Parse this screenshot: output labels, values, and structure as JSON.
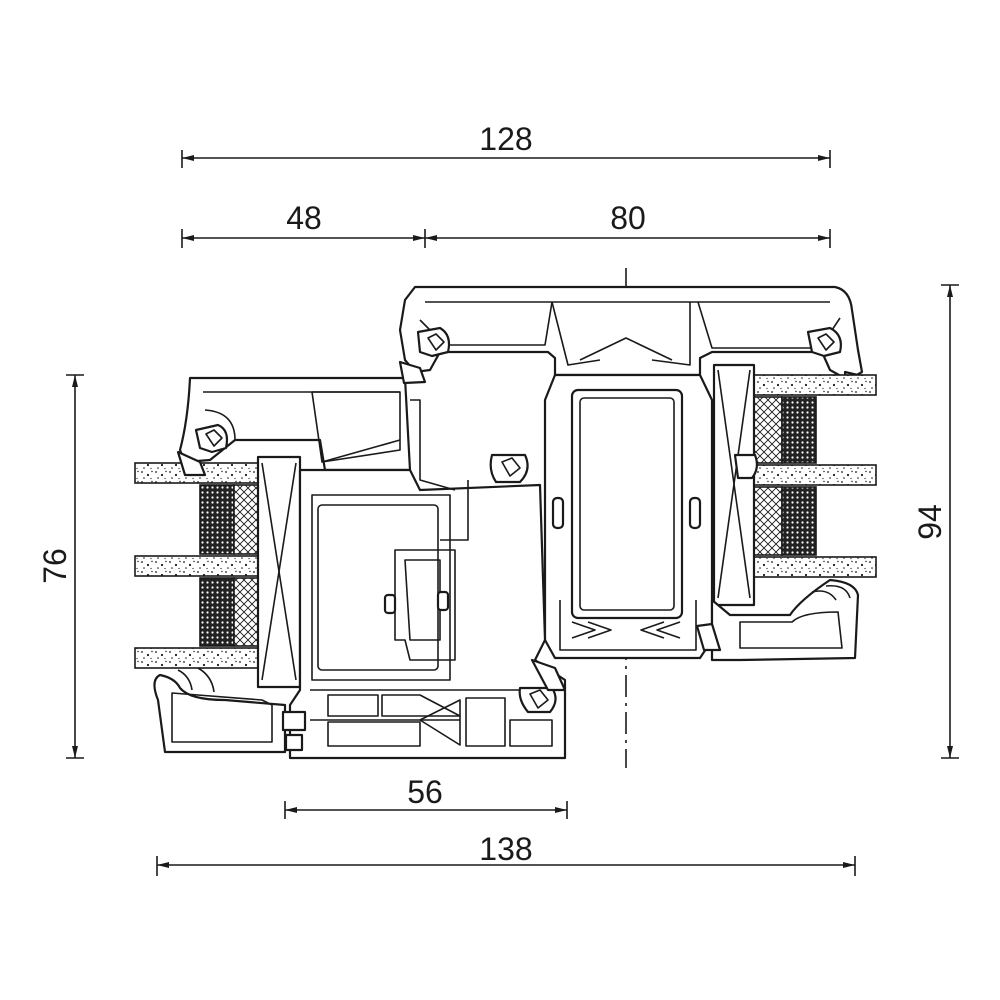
{
  "dimensions": {
    "top_total": "128",
    "top_left": "48",
    "top_right": "80",
    "left_height": "76",
    "right_height": "94",
    "bottom_inner": "56",
    "bottom_total": "138"
  },
  "colors": {
    "line": "#1a1a1a",
    "background": "#ffffff"
  }
}
